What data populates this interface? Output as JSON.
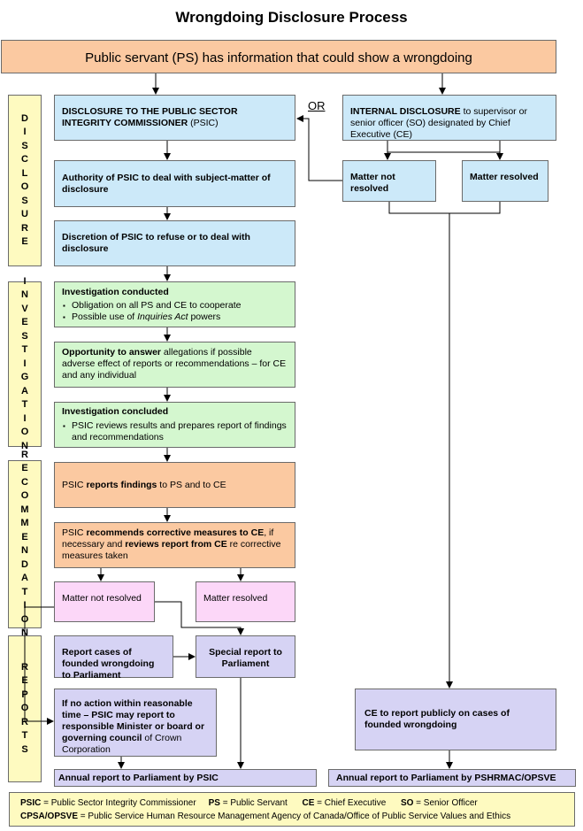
{
  "title": "Wrongdoing Disclosure Process",
  "top_box": "Public servant (PS) has information that could show a wrongdoing",
  "or_label": "OR",
  "side_labels": {
    "disclosure": [
      "D",
      "I",
      "S",
      "C",
      "L",
      "O",
      "S",
      "U",
      "R",
      "E"
    ],
    "investigation": [
      "I",
      "N",
      "V",
      "E",
      "S",
      "T",
      "I",
      "G",
      "A",
      "T",
      "I",
      "O",
      "N"
    ],
    "recommendation": [
      "R",
      "E",
      "C",
      "O",
      "M",
      "M",
      "E",
      "N",
      "D",
      "A",
      "T",
      "I",
      "O",
      "N"
    ],
    "reports": [
      "R",
      "E",
      "P",
      "O",
      "R",
      "T",
      "S"
    ]
  },
  "disclosure_psic": {
    "bold": "DISCLOSURE TO THE PUBLIC SECTOR INTEGRITY COMMISSIONER",
    "rest": " (PSIC)"
  },
  "internal_disclosure": {
    "bold": "INTERNAL DISCLOSURE",
    "rest": " to supervisor or senior officer (SO) designated by Chief Executive (CE)"
  },
  "authority": "Authority of PSIC to deal with subject-matter of disclosure",
  "discretion": "Discretion of PSIC to refuse or to deal with disclosure",
  "internal_not_resolved": "Matter not resolved",
  "internal_resolved": "Matter resolved",
  "investigation_conducted": {
    "heading": "Investigation conducted",
    "item1": "Obligation on all PS and CE to cooperate",
    "item2_pre": "Possible use of ",
    "item2_italic": "Inquiries Act",
    "item2_post": " powers"
  },
  "opportunity": {
    "bold": "Opportunity to answer",
    "rest": " allegations if possible adverse effect of reports or recommendations – for CE and any individual"
  },
  "investigation_concluded": {
    "heading": "Investigation concluded",
    "item1": "PSIC reviews results and prepares report of  findings and recommendations"
  },
  "reports_findings": {
    "pre": "PSIC ",
    "bold": "reports findings",
    "post": " to PS and to CE"
  },
  "recommends": {
    "p1": "PSIC ",
    "b1": "recommends corrective measures to CE",
    "p2": ", if necessary and ",
    "b2": "reviews report from CE",
    "p3": " re corrective measures taken"
  },
  "rec_not_resolved": "Matter not resolved",
  "rec_resolved": "Matter resolved",
  "report_founded": "Report cases of founded wrongdoing to Parliament",
  "special_report": "Special report to Parliament",
  "no_action": {
    "b": "If no action within reasonable time – PSIC may report to responsible Minister or board or governing council",
    "rest": " of Crown Corporation"
  },
  "ce_report": "CE to report publicly on cases of founded wrongdoing",
  "annual_psic": "Annual report to Parliament by PSIC",
  "annual_pshrmac": "Annual report to Parliament by PSHRMAC/OPSVE",
  "legend": {
    "psic_abbr": "PSIC",
    "psic_def": " = Public Sector Integrity Commissioner",
    "ps_abbr": "PS",
    "ps_def": " = Public Servant",
    "ce_abbr": "CE",
    "ce_def": " = Chief Executive",
    "so_abbr": "SO",
    "so_def": " = Senior Officer",
    "cpsa_abbr": "CPSA/OPSVE",
    "cpsa_def": " = Public Service Human Resource Management Agency of Canada/Office of Public Service Values and Ethics"
  },
  "colors": {
    "blue": "#cce9f9",
    "green": "#d4f7cf",
    "orange": "#fbc9a1",
    "pink": "#fcd7f8",
    "lavender": "#d6d3f4",
    "yellow": "#fefac0"
  }
}
